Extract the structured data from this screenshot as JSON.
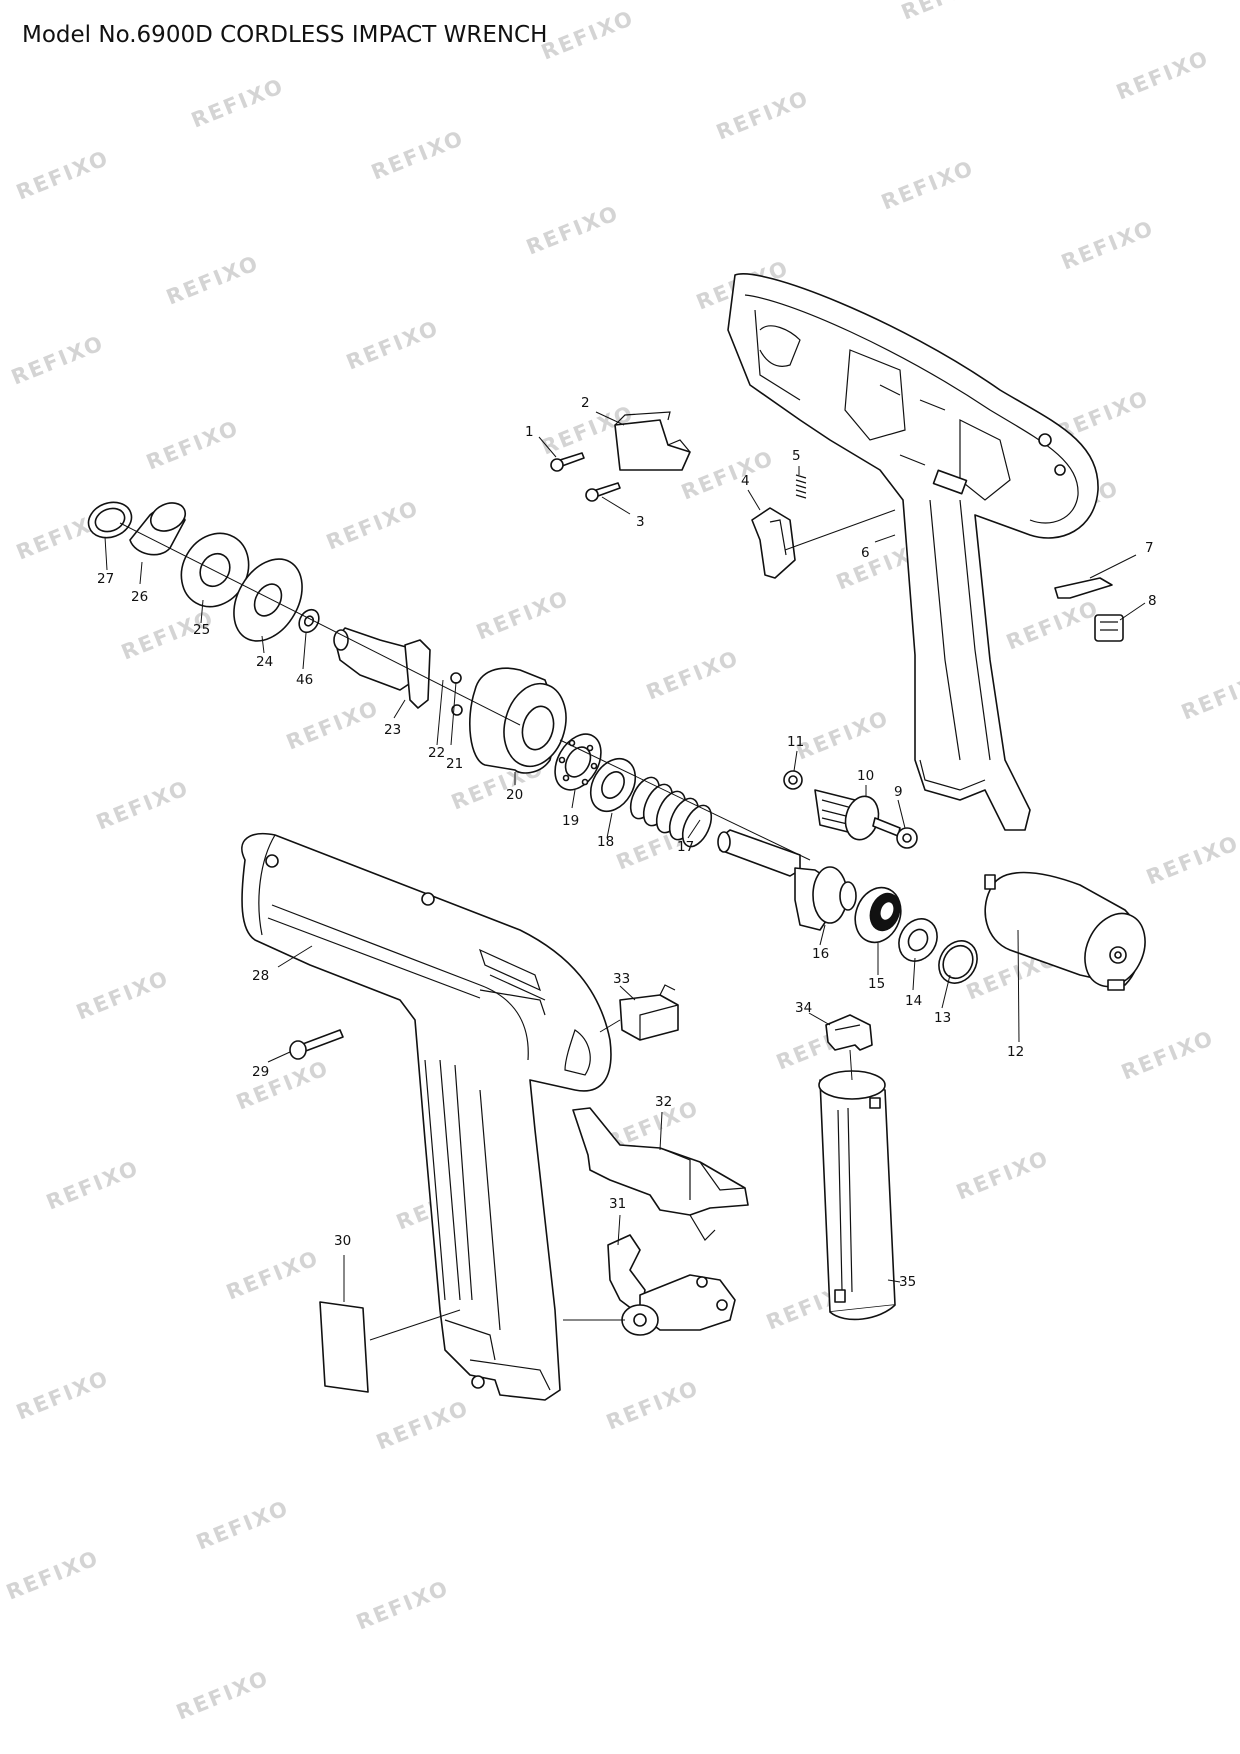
{
  "header": {
    "title": "Model No.6900D CORDLESS IMPACT WRENCH"
  },
  "watermark": {
    "text": "REFIXO",
    "color": "#d4d4d4"
  },
  "callouts": [
    "1",
    "2",
    "3",
    "4",
    "5",
    "6",
    "7",
    "8",
    "9",
    "10",
    "11",
    "12",
    "13",
    "14",
    "15",
    "16",
    "17",
    "18",
    "19",
    "20",
    "21",
    "22",
    "23",
    "24",
    "25",
    "26",
    "27",
    "28",
    "29",
    "30",
    "31",
    "32",
    "33",
    "34",
    "35",
    "46"
  ]
}
